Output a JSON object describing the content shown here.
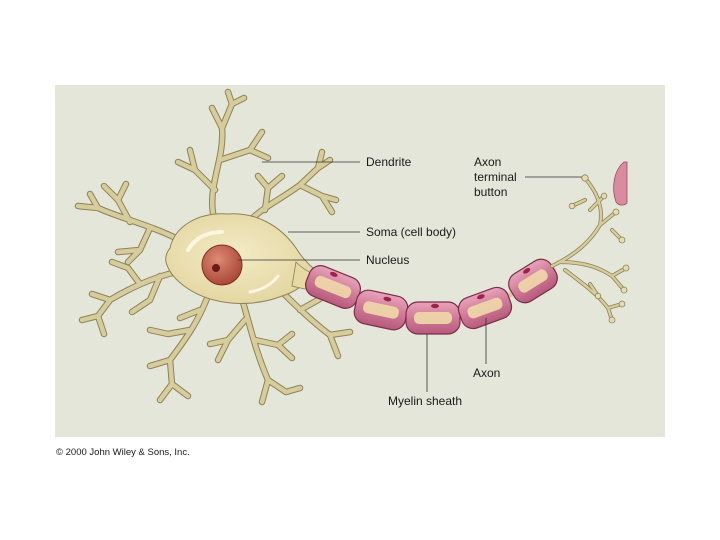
{
  "labels": {
    "dendrite": "Dendrite",
    "axon_terminal_line1": "Axon",
    "axon_terminal_line2": "terminal",
    "axon_terminal_line3": "button",
    "soma": "Soma (cell body)",
    "nucleus": "Nucleus",
    "axon": "Axon",
    "myelin_sheath": "Myelin sheath"
  },
  "copyright": "© 2000 John Wiley & Sons, Inc.",
  "colors": {
    "panel_background": "#e3e6d9",
    "cell_body": "#ece1b6",
    "nucleus": "#c05a4a",
    "myelin": "#cc7090",
    "target_cell": "#d98ca0"
  }
}
